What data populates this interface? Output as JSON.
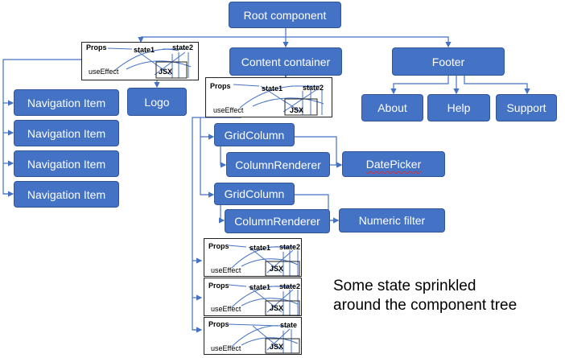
{
  "nodes": {
    "root": "Root component",
    "content": "Content container",
    "footer": "Footer",
    "about": "About",
    "help": "Help",
    "support": "Support",
    "nav_items": [
      "Navigation Item",
      "Navigation Item",
      "Navigation Item",
      "Navigation Item"
    ],
    "logo": "Logo",
    "grid1": "GridColumn",
    "renderer1": "ColumnRenderer",
    "datepicker": "DatePicker",
    "grid2": "GridColumn",
    "renderer2": "ColumnRenderer",
    "numeric": "Numeric filter"
  },
  "state_boxes": [
    {
      "props": "Props",
      "state_a": "state1",
      "state_b": "state2",
      "effect": "useEffect",
      "jsx": "JSX"
    },
    {
      "props": "Props",
      "state_a": "state1",
      "state_b": "state2",
      "effect": "useEffect",
      "jsx": "JSX"
    },
    {
      "props": "Props",
      "state_a": "state1",
      "state_b": "state2",
      "effect": "useEffect",
      "jsx": "JSX"
    },
    {
      "props": "Props",
      "state_a": "state1",
      "state_b": "state2",
      "effect": "useEffect",
      "jsx": "JSX"
    },
    {
      "props": "Props",
      "state_a": "",
      "state_b": "state",
      "effect": "useEffect",
      "jsx": "JSX"
    }
  ],
  "caption": [
    "Some state sprinkled",
    "around the component tree"
  ],
  "colors": {
    "node_fill": "#4472c4",
    "connector": "#4472c4"
  }
}
